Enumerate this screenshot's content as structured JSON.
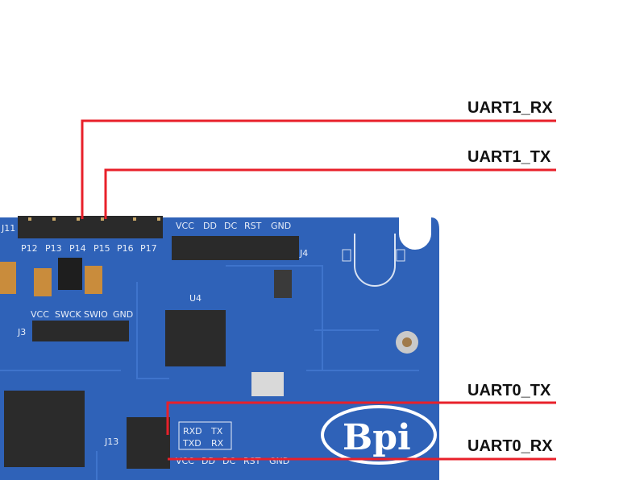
{
  "callouts": {
    "uart1_rx": "UART1_RX",
    "uart1_tx": "UART1_TX",
    "uart0_tx": "UART0_TX",
    "uart0_rx": "UART0_RX"
  },
  "board": {
    "j11": "J11",
    "pins": [
      "P12",
      "P13",
      "P14",
      "P15",
      "P16",
      "P17"
    ],
    "j4_pins": [
      "VCC",
      "DD",
      "DC",
      "RST",
      "GND"
    ],
    "j4": "J4",
    "j3": "J3",
    "j3_pins": [
      "VCC",
      "SWCK",
      "SWIO",
      "GND"
    ],
    "u4": "U4",
    "j13": "J13",
    "uart_table": [
      "RXD",
      "TX",
      "TXD",
      "RX"
    ],
    "logo": "Bpi",
    "bottom_pins": [
      "VCC",
      "DD",
      "DC",
      "RST",
      "GND"
    ]
  },
  "colors": {
    "board": "#2f62b8",
    "callout_line": "#e8202a"
  }
}
